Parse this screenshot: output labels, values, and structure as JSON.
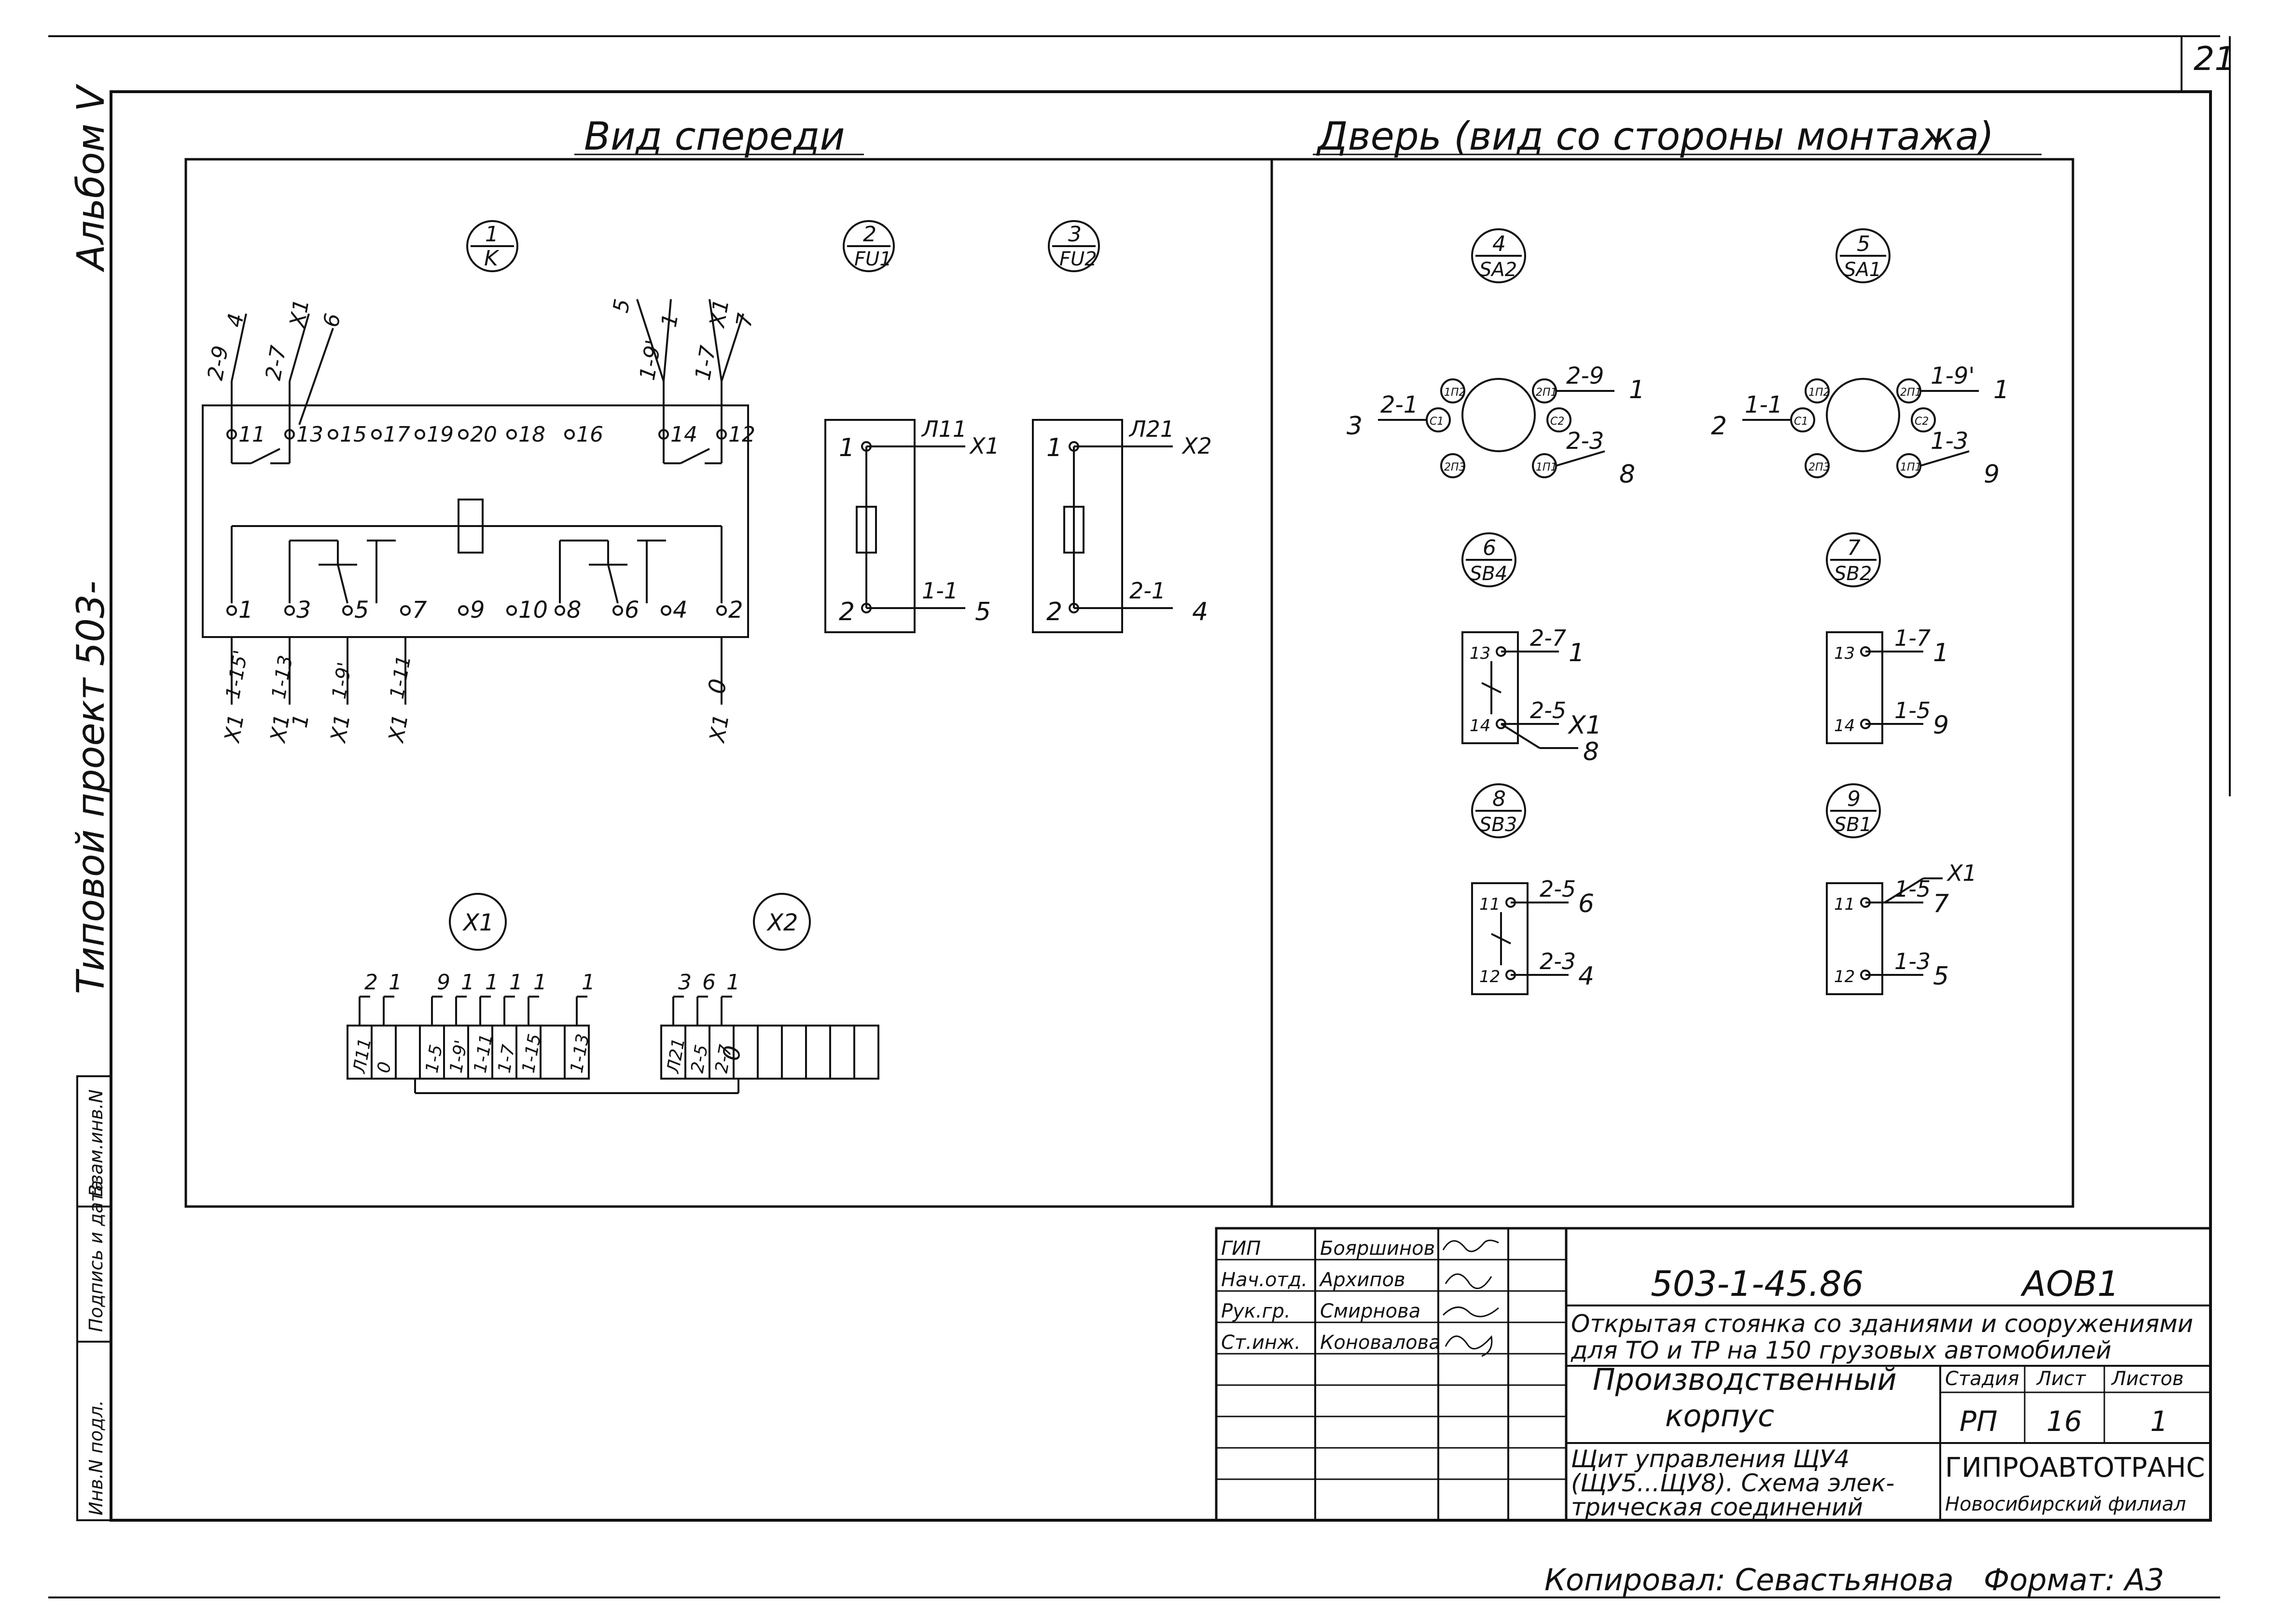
{
  "sheet": {
    "page_number": "21",
    "side_album": "Альбом V",
    "side_project": "Типовой проект 503-",
    "copied_by": "Копировал: Севастьянова",
    "format": "Формат: А3",
    "left_columns": [
      "Взам.инв.N",
      "Подпись и дата",
      "Инв.N подл."
    ]
  },
  "views": {
    "front_title": "Вид спереди",
    "door_title": "Дверь (вид со стороны монтажа)"
  },
  "front": {
    "relay_tag": {
      "num": "1",
      "code": "K"
    },
    "relay_top_pins": [
      "11",
      "13",
      "15",
      "17",
      "19",
      "20",
      "18",
      "16",
      "14",
      "12"
    ],
    "relay_bottom_pins": [
      "1",
      "3",
      "5",
      "7",
      "9",
      "10",
      "8",
      "6",
      "4",
      "2"
    ],
    "relay_top_wires": [
      "2-9",
      "4",
      "2-7",
      "X1",
      "6",
      "5",
      "1-9'",
      "1",
      "1-7",
      "X1",
      "7"
    ],
    "relay_bottom_wires": [
      "X1",
      "1-15'",
      "X1",
      "1-13",
      "1",
      "X1",
      "1-9'",
      "X1",
      "1-11",
      "X1",
      "0"
    ],
    "fuses": [
      {
        "num": "2",
        "code": "FU1",
        "pin_top": "1",
        "pin_bottom": "2",
        "wire_top": "Л11",
        "dest_top": "X1",
        "wire_bottom": "1-1",
        "dest_bottom": "5"
      },
      {
        "num": "3",
        "code": "FU2",
        "pin_top": "1",
        "pin_bottom": "2",
        "wire_top": "Л21",
        "dest_top": "X2",
        "wire_bottom": "2-1",
        "dest_bottom": "4"
      }
    ],
    "terminal_tags": [
      "X1",
      "X2"
    ],
    "x1_cells": [
      "Л11",
      "0",
      "",
      "1-5",
      "1-9'",
      "1-11",
      "1-7",
      "1-15",
      "",
      "1-13"
    ],
    "x1_dest": [
      "2",
      "1",
      "9",
      "1",
      "1",
      "1",
      "1",
      "1"
    ],
    "x2_cells": [
      "Л21",
      "2-5",
      "2-7",
      "",
      "",
      "",
      "",
      "",
      ""
    ],
    "x2_dest": [
      "3",
      "6",
      "1"
    ],
    "x2_extra": "0"
  },
  "door": {
    "switches": [
      {
        "num": "4",
        "code": "SA2",
        "left_dest": "3",
        "left_wire": "2-1",
        "right_wire_top": "2-9",
        "right_dest_top": "1",
        "right_wire_bottom": "2-3",
        "right_dest_bottom": "8",
        "contacts": [
          "1П2",
          "2П1",
          "С1",
          "С2",
          "2П3",
          "1П1"
        ]
      },
      {
        "num": "5",
        "code": "SA1",
        "left_dest": "2",
        "left_wire": "1-1",
        "right_wire_top": "1-9'",
        "right_dest_top": "1",
        "right_wire_bottom": "1-3",
        "right_dest_bottom": "9",
        "contacts": [
          "1П2",
          "2П1",
          "С1",
          "С2",
          "2П3",
          "1П1"
        ]
      }
    ],
    "buttons": [
      {
        "num": "6",
        "code": "SB4",
        "pin_top": "13",
        "pin_bottom": "14",
        "wire_top": "2-7",
        "dest_top": "1",
        "wire_bottom": "2-5",
        "dest_bottom": "X1",
        "extra_dest": "8"
      },
      {
        "num": "7",
        "code": "SB2",
        "pin_top": "13",
        "pin_bottom": "14",
        "wire_top": "1-7",
        "dest_top": "1",
        "wire_bottom": "1-5",
        "dest_bottom": "9",
        "extra_dest": ""
      },
      {
        "num": "8",
        "code": "SB3",
        "pin_top": "11",
        "pin_bottom": "12",
        "wire_top": "2-5",
        "dest_top": "6",
        "wire_bottom": "2-3",
        "dest_bottom": "4",
        "extra_dest": ""
      },
      {
        "num": "9",
        "code": "SB1",
        "pin_top": "11",
        "pin_bottom": "12",
        "wire_top": "1-5",
        "dest_top": "7",
        "wire_bottom": "1-3",
        "dest_bottom": "5",
        "extra_dest": "X1"
      }
    ]
  },
  "title_block": {
    "roles": [
      "ГИП",
      "Нач.отд.",
      "Рук.гр.",
      "Ст.инж."
    ],
    "names": [
      "Бояршинов",
      "Архипов",
      "Смирнова",
      "Коновалова"
    ],
    "doc_code": "503-1-45.86",
    "doc_mark": "АОВ1",
    "project_name_1": "Открытая стоянка со зданиями и сооружениями",
    "project_name_2": "для ТО и ТР на 150 грузовых автомобилей",
    "object_1": "Производственный",
    "object_2": "корпус",
    "drawing_1": "Щит управления ЩУ4",
    "drawing_2": "(ЩУ5...ЩУ8). Схема элек-",
    "drawing_3": "трическая соединений",
    "stage_label": "Стадия",
    "sheet_label": "Лист",
    "sheets_label": "Листов",
    "stage": "РП",
    "sheet": "16",
    "sheets": "1",
    "org": "ГИПРОАВТОТРАНС",
    "org_branch": "Новосибирский филиал"
  }
}
